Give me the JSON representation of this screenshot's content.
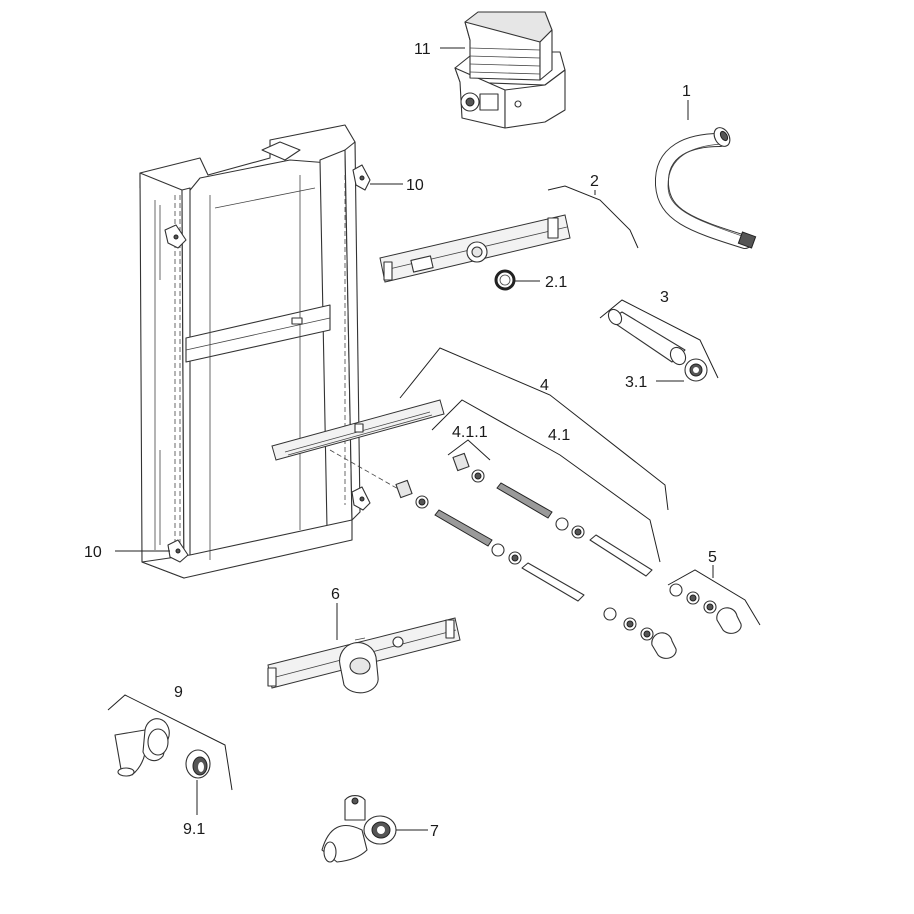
{
  "labels": {
    "l1": "1",
    "l2": "2",
    "l2_1": "2.1",
    "l3": "3",
    "l3_1": "3.1",
    "l4": "4",
    "l4_1": "4.1",
    "l4_1_1": "4.1.1",
    "l5": "5",
    "l6": "6",
    "l7": "7",
    "l9": "9",
    "l9_1": "9.1",
    "l10_top": "10",
    "l10_bottom": "10",
    "l11": "11"
  }
}
